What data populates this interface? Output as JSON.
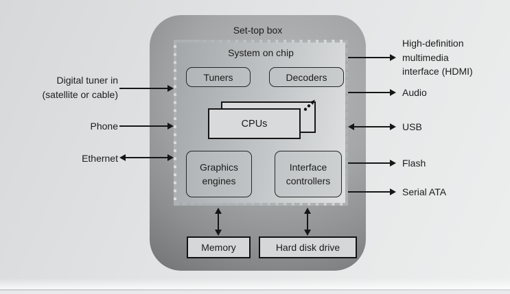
{
  "figure": {
    "container_label": "Set-top box",
    "soc_label": "System on chip",
    "components": {
      "tuners": "Tuners",
      "decoders": "Decoders",
      "cpus": "CPUs",
      "graphics_engines": "Graphics engines",
      "interface_controllers": "Interface controllers",
      "memory": "Memory",
      "hard_disk_drive": "Hard disk drive"
    },
    "left_ports": [
      {
        "label": "Digital tuner in\n(satellite or cable)",
        "direction": "in"
      },
      {
        "label": "Phone",
        "direction": "in"
      },
      {
        "label": "Ethernet",
        "direction": "bidirectional"
      }
    ],
    "right_ports": [
      {
        "label": "High-definition\nmultimedia\ninterface (HDMI)",
        "direction": "out"
      },
      {
        "label": "Audio",
        "direction": "out"
      },
      {
        "label": "USB",
        "direction": "bidirectional"
      },
      {
        "label": "Flash",
        "direction": "out"
      },
      {
        "label": "Serial ATA",
        "direction": "out"
      }
    ],
    "internal_links": [
      {
        "from": "Graphics engines",
        "to": "Memory",
        "direction": "bidirectional"
      },
      {
        "from": "Interface controllers",
        "to": "Hard disk drive",
        "direction": "bidirectional"
      }
    ],
    "icons": {
      "cpus_scalability": "diagonal-dotted-arrow-icon"
    },
    "colors": {
      "arrow": "#161616",
      "box_border": "#222222",
      "outer_box_dark": "#6d6f70",
      "outer_box_light": "#b7b9ba",
      "soc_bg_left": "#a3a7a9",
      "soc_bg_right": "#dfe1e2",
      "soc_dash": "#aeb2b4",
      "text": "#1b1b1b"
    }
  }
}
